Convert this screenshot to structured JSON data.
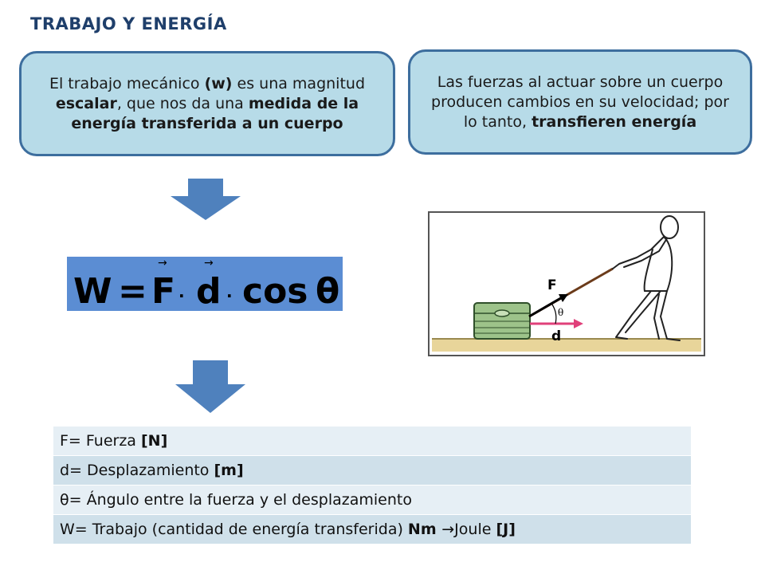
{
  "slide": {
    "title": "TRABAJO Y ENERGÍA"
  },
  "box_left": {
    "t1": "El trabajo mecánico ",
    "b1": "(w)",
    "t2": " es una magnitud ",
    "b2": "escalar",
    "t3": ", que nos da una ",
    "b3": "medida de la energía transferida a un cuerpo"
  },
  "box_right": {
    "t1": "Las fuerzas al actuar sobre un cuerpo producen cambios en su velocidad; por lo tanto, ",
    "b1": "transfieren energía"
  },
  "formula": {
    "W": "W",
    "eq": "=",
    "F": "F",
    "dot": "·",
    "d": "d",
    "cos": "cos",
    "theta": "θ",
    "vec": "→"
  },
  "figure": {
    "label_F": "F",
    "label_d": "d",
    "label_theta": "θ"
  },
  "legend": [
    {
      "text": "F= Fuerza ",
      "bold": "[N]",
      "extra": "",
      "bold2": ""
    },
    {
      "text": "d= Desplazamiento ",
      "bold": "[m]",
      "extra": "",
      "bold2": ""
    },
    {
      "text": "θ= Ángulo entre la fuerza y el desplazamiento",
      "bold": "",
      "extra": "",
      "bold2": ""
    },
    {
      "text": "W= Trabajo (cantidad de energía transferida) ",
      "bold": "Nm ",
      "extra": "→Joule ",
      "bold2": "[J]"
    }
  ],
  "colors": {
    "box_fill": "#b7dbe8",
    "box_border": "#3d6e9e",
    "arrow": "#4f81bd",
    "formula_bg": "#5b8dd3",
    "title": "#1f3f6b"
  }
}
